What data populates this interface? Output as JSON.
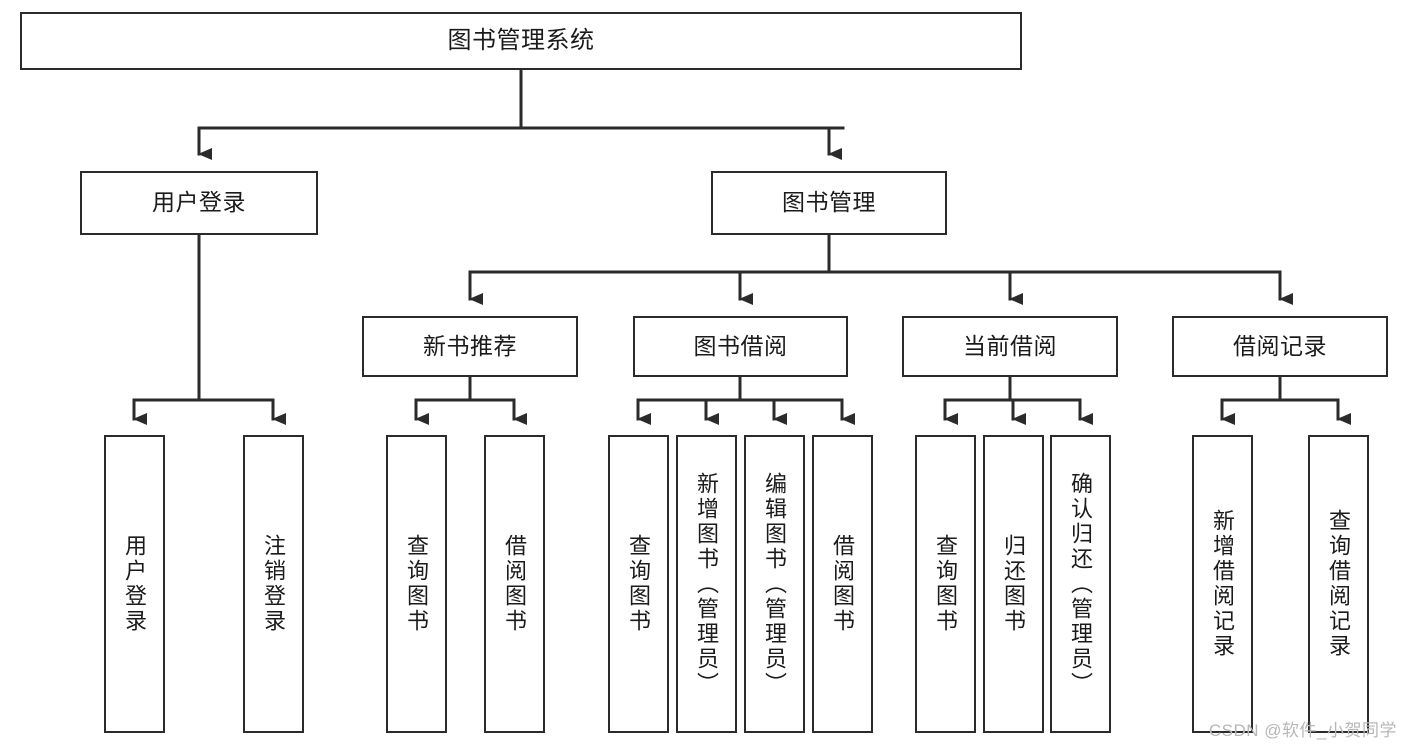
{
  "diagram": {
    "type": "tree",
    "title": "图书管理系统",
    "orientation": "top-down",
    "colors": {
      "box_border": "#2b2b2b",
      "box_fill": "#ffffff",
      "connector": "#2b2b2b",
      "text": "#1b1b1b",
      "watermark": "#b7b7b7"
    },
    "root": {
      "label": "图书管理系统"
    },
    "level2": [
      {
        "label": "用户登录"
      },
      {
        "label": "图书管理"
      }
    ],
    "level3": [
      {
        "label": "新书推荐"
      },
      {
        "label": "图书借阅"
      },
      {
        "label": "当前借阅"
      },
      {
        "label": "借阅记录"
      }
    ],
    "leaves": {
      "user_login": [
        {
          "label": "用户登录"
        },
        {
          "label": "注销登录"
        }
      ],
      "new_book": [
        {
          "label": "查询图书"
        },
        {
          "label": "借阅图书"
        }
      ],
      "book_borrow": [
        {
          "label": "查询图书"
        },
        {
          "label": "新增图书（管理员）"
        },
        {
          "label": "编辑图书（管理员）"
        },
        {
          "label": "借阅图书"
        }
      ],
      "current_borrow": [
        {
          "label": "查询图书"
        },
        {
          "label": "归还图书"
        },
        {
          "label": "确认归还（管理员）"
        }
      ],
      "borrow_record": [
        {
          "label": "新增借阅记录"
        },
        {
          "label": "查询借阅记录"
        }
      ]
    }
  },
  "watermark": {
    "text": "CSDN @软件_小贺同学"
  }
}
